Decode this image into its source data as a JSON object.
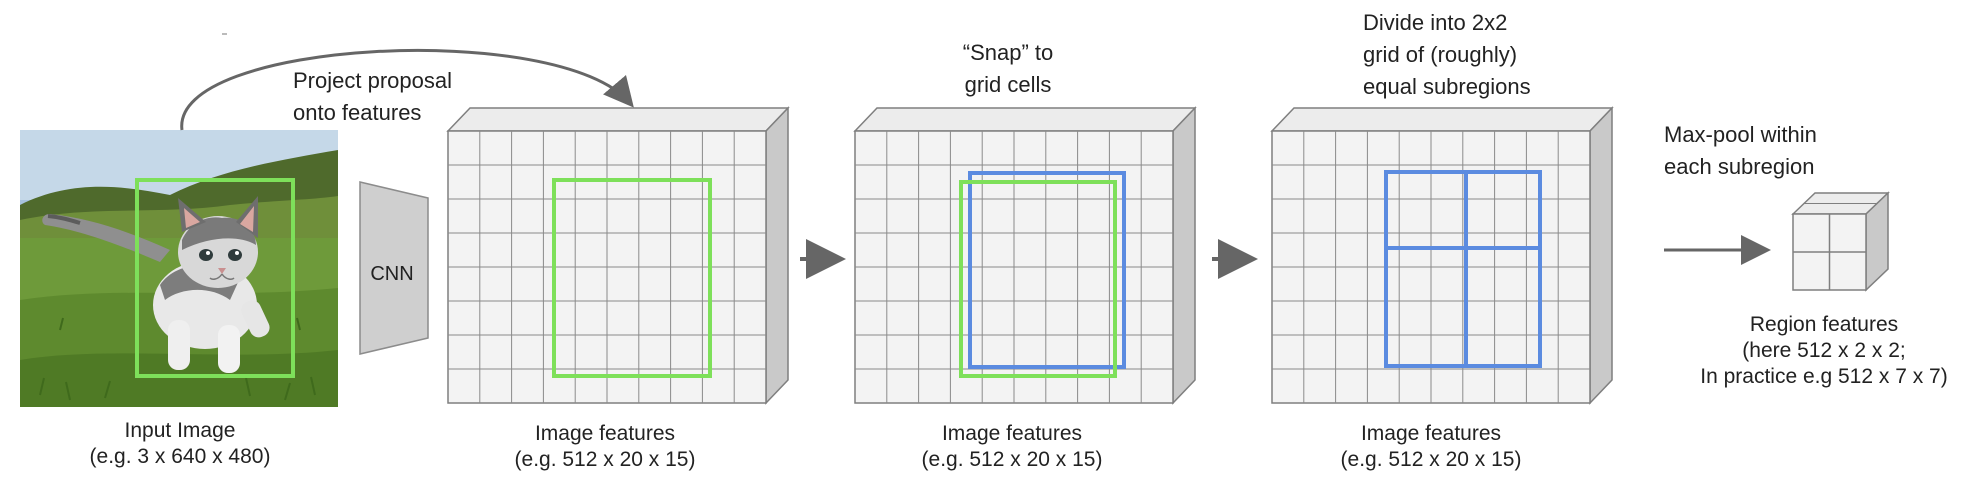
{
  "input": {
    "caption_line1": "Input Image",
    "caption_line2": "(e.g. 3 x 640 x 480)",
    "proposal_color": "#7ee05a",
    "photo_subject": "kitten walking on grass"
  },
  "cnn": {
    "label": "CNN"
  },
  "project": {
    "line1": "Project proposal",
    "line2": "onto features"
  },
  "feature_maps": [
    {
      "caption_line1": "Image features",
      "caption_line2": "(e.g. 512 x 20 x 15)"
    },
    {
      "caption_line1": "Image features",
      "caption_line2": "(e.g. 512 x 20 x 15)"
    },
    {
      "caption_line1": "Image features",
      "caption_line2": "(e.g. 512 x 20 x 15)"
    }
  ],
  "snap": {
    "line1": "“Snap” to",
    "line2": "grid cells",
    "snap_color": "#5b8be0"
  },
  "divide": {
    "line1": "Divide into 2x2",
    "line2": "grid of (roughly)",
    "line3": "equal subregions"
  },
  "maxpool": {
    "line1": "Max-pool within",
    "line2": "each subregion"
  },
  "region": {
    "line1": "Region features",
    "line2": "(here 512 x 2 x 2;",
    "line3": "In practice e.g 512 x 7 x 7)"
  },
  "colors": {
    "grid_line": "#7f7f7f",
    "face_fill": "#f3f3f3",
    "top_fill": "#ececec",
    "side_fill": "#c9c9c9",
    "arrow": "#666666",
    "green": "#7ee05a",
    "blue": "#5b8be0"
  }
}
